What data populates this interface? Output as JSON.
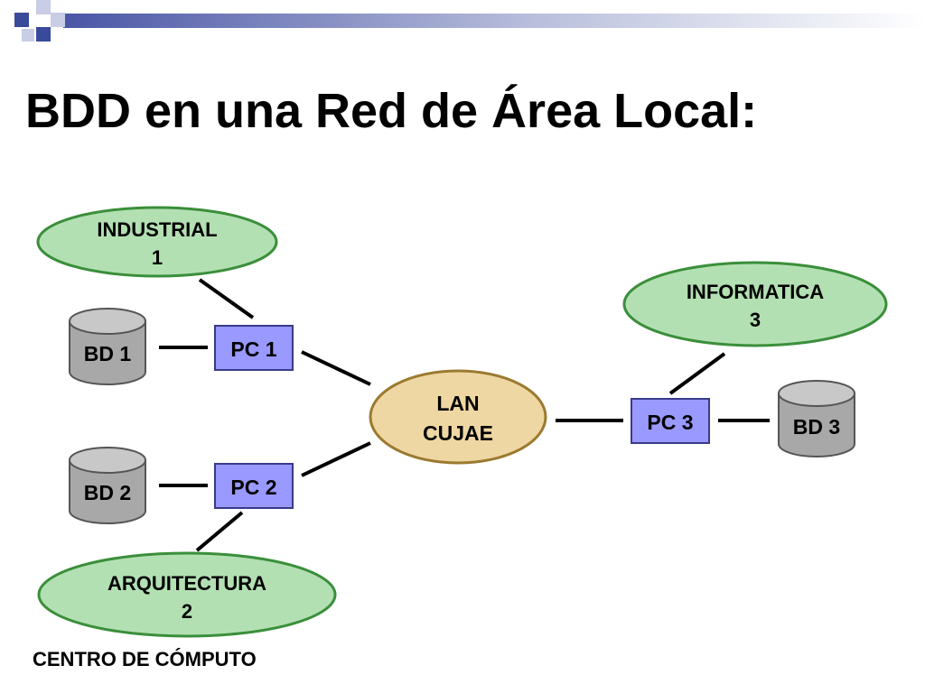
{
  "slide": {
    "title": "BDD en una Red de Área Local:",
    "footer": "CENTRO DE CÓMPUTO"
  },
  "colors": {
    "ellipse_green_fill": "#b3e0b3",
    "ellipse_green_stroke": "#3a8f3a",
    "lan_fill": "#efd7a3",
    "lan_stroke": "#9b7a30",
    "pc_fill": "#9999ff",
    "pc_stroke": "#3a3a8a",
    "db_fill": "#a8a8a8",
    "db_top": "#c8c8c8",
    "db_stroke": "#555555",
    "deco_blue": "#3a4a9a"
  },
  "nodes": {
    "industrial": {
      "line1": "INDUSTRIAL",
      "line2": "1"
    },
    "arquitectura": {
      "line1": "ARQUITECTURA",
      "line2": "2"
    },
    "informatica": {
      "line1": "INFORMATICA",
      "line2": "3"
    },
    "lan": {
      "line1": "LAN",
      "line2": "CUJAE"
    },
    "pc1": "PC 1",
    "pc2": "PC 2",
    "pc3": "PC 3",
    "bd1": "BD 1",
    "bd2": "BD 2",
    "bd3": "BD 3"
  }
}
